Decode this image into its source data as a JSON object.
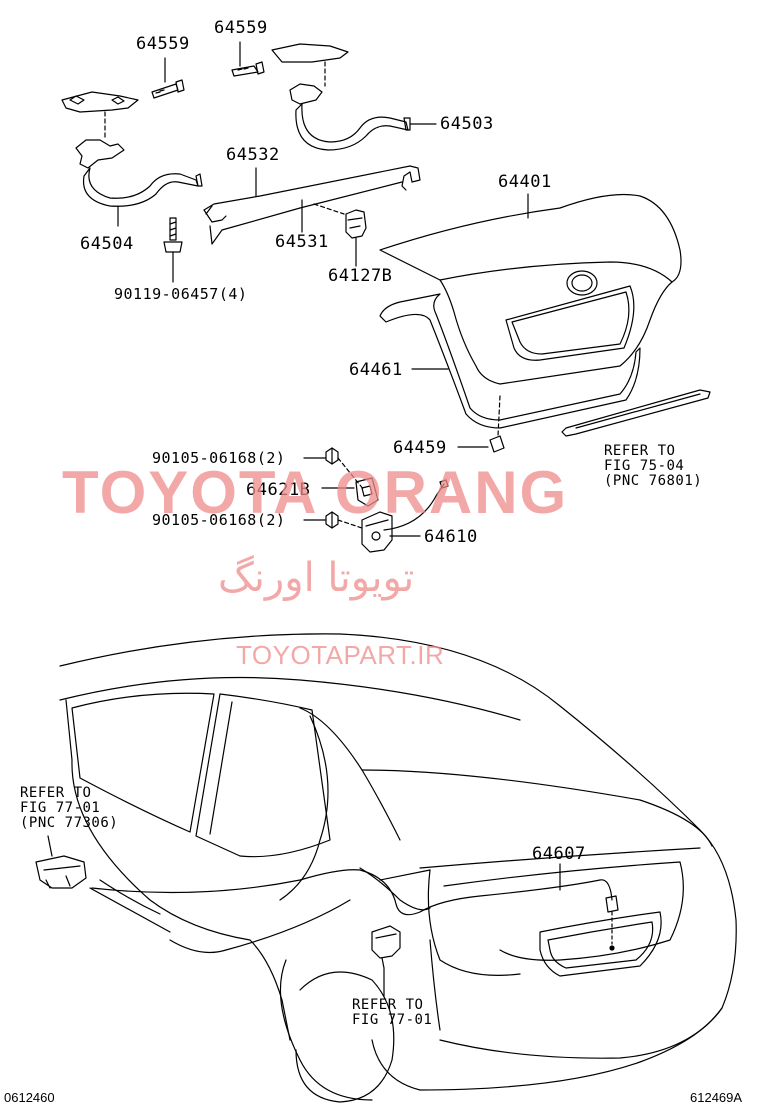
{
  "part_labels": {
    "p64559_left": "64559",
    "p64559_right": "64559",
    "p64503": "64503",
    "p64532": "64532",
    "p64401": "64401",
    "p64504": "64504",
    "p64531": "64531",
    "p64127B": "64127B",
    "p90119": "90119-06457(4)",
    "p64461": "64461",
    "p64459": "64459",
    "p90105_top": "90105-06168(2)",
    "p64621B": "64621B",
    "p90105_bottom": "90105-06168(2)",
    "p64610": "64610",
    "p64607": "64607"
  },
  "references": {
    "ref_76801": {
      "line1": "REFER TO",
      "line2": "FIG 75-04",
      "line3": "(PNC 76801)"
    },
    "ref_77306": {
      "line1": "REFER TO",
      "line2": "FIG 77-01",
      "line3": "(PNC 77306)"
    },
    "ref_7701": {
      "line1": "REFER TO",
      "line2": "FIG 77-01"
    }
  },
  "codes": {
    "left": "0612460",
    "right": "612469A"
  },
  "watermarks": {
    "brand": "TOYOTA ORANG",
    "persian": "تویوتا اورنگ",
    "site": "TOYOTAPART.IR"
  },
  "colors": {
    "line": "#000000",
    "watermark": "#f08c8c"
  }
}
